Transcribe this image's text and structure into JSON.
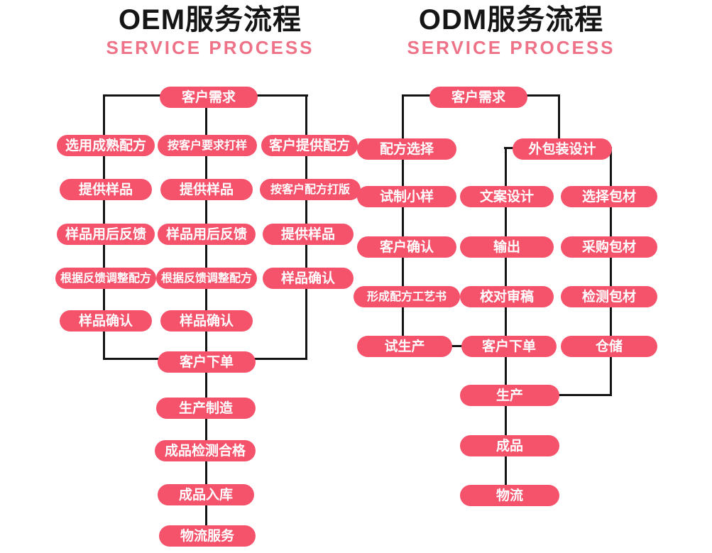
{
  "colors": {
    "pill": "#f4536b",
    "line": "#141414",
    "title": "#151515",
    "subtitle": "#ef7388",
    "background": "#ffffff"
  },
  "oem": {
    "title": "OEM服务流程",
    "subtitle": "SERVICE PROCESS",
    "nodes": {
      "need": "客户需求",
      "a1": "选用成熟配方",
      "b1": "按客户要求打样",
      "c1": "客户提供配方",
      "a2": "提供样品",
      "b2": "提供样品",
      "c2": "按客户配方打版",
      "a3": "样品用后反馈",
      "b3": "样品用后反馈",
      "c3": "提供样品",
      "a4": "根据反馈调整配方",
      "b4": "根据反馈调整配方",
      "c4": "样品确认",
      "a5": "样品确认",
      "b5": "样品确认",
      "order": "客户下单",
      "make": "生产制造",
      "test": "成品检测合格",
      "store": "成品入库",
      "ship": "物流服务"
    }
  },
  "odm": {
    "title": "ODM服务流程",
    "subtitle": "SERVICE PROCESS",
    "nodes": {
      "need": "客户需求",
      "a1": "配方选择",
      "pkg": "外包装设计",
      "a2": "试制小样",
      "b1": "文案设计",
      "c1": "选择包材",
      "a3": "客户确认",
      "b2": "输出",
      "c2": "采购包材",
      "a4": "形成配方工艺书",
      "b3": "校对审稿",
      "c3": "检测包材",
      "a5": "试生产",
      "b4": "客户下单",
      "c4": "仓储",
      "make": "生产",
      "done": "成品",
      "ship": "物流"
    }
  }
}
